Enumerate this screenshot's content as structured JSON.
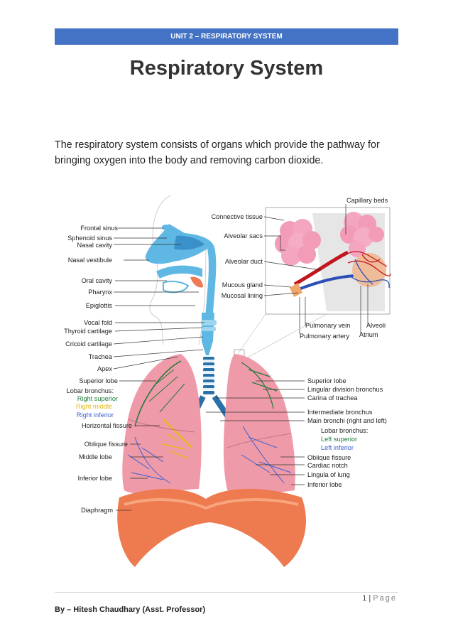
{
  "header": {
    "text": "UNIT 2 – RESPIRATORY SYSTEM"
  },
  "title": "Respiratory System",
  "intro": "The respiratory system consists of organs which provide the pathway for bringing oxygen into the body and removing carbon dioxide.",
  "diagram": {
    "left_labels": {
      "frontal_sinus": "Frontal sinus",
      "sphenoid_sinus": "Sphenoid sinus",
      "nasal_cavity": "Nasal cavity",
      "nasal_vestibule": "Nasal vestibule",
      "oral_cavity": "Oral cavity",
      "pharynx": "Pharynx",
      "epiglottis": "Epiglottis",
      "vocal_fold": "Vocal fold",
      "thyroid_cartilage": "Thyroid cartilage",
      "cricoid_cartilage": "Cricoid cartilage",
      "trachea": "Trachea",
      "apex": "Apex",
      "superior_lobe": "Superior lobe",
      "lobar_bronchus": "Lobar bronchus:",
      "right_superior": "Right superior",
      "right_middle": "Right middle",
      "right_inferior": "Right inferior",
      "horizontal_fissure": "Horizontal fissure",
      "oblique_fissure": "Oblique fissure",
      "middle_lobe": "Middle lobe",
      "inferior_lobe": "Inferior lobe",
      "diaphragm": "Diaphragm"
    },
    "inset_labels": {
      "capillary_beds": "Capillary beds",
      "connective_tissue": "Connective tissue",
      "alveolar_sacs": "Alveolar sacs",
      "alveolar_duct": "Alveolar duct",
      "mucous_gland": "Mucous gland",
      "mucosal_lining": "Mucosal lining",
      "pulmonary_vein": "Pulmonary vein",
      "pulmonary_artery": "Pulmonary artery",
      "alveoli": "Alveoli",
      "atrium": "Atrium"
    },
    "right_labels": {
      "superior_lobe": "Superior lobe",
      "lingular_division_bronchus": "Lingular division bronchus",
      "carina_of_trachea": "Carina of trachea",
      "intermediate_bronchus": "Intermediate bronchus",
      "main_bronchi": "Main bronchi (right and left)",
      "lobar_bronchus": "Lobar bronchus:",
      "left_superior": "Left superior",
      "left_inferior": "Left inferior",
      "oblique_fissure": "Oblique fissure",
      "cardiac_notch": "Cardiac notch",
      "lingula_of_lung": "Lingula of lung",
      "inferior_lobe": "Inferior lobe"
    },
    "colors": {
      "right_superior": "#1e7a3a",
      "right_middle": "#e5b91c",
      "right_inferior": "#3b5fd0",
      "left_superior": "#1e7a3a",
      "left_inferior": "#3b5fd0"
    }
  },
  "footer": {
    "page_number": "1",
    "separator": "|",
    "page_word": "Page",
    "author": "By – Hitesh Chaudhary (Asst. Professor)"
  }
}
